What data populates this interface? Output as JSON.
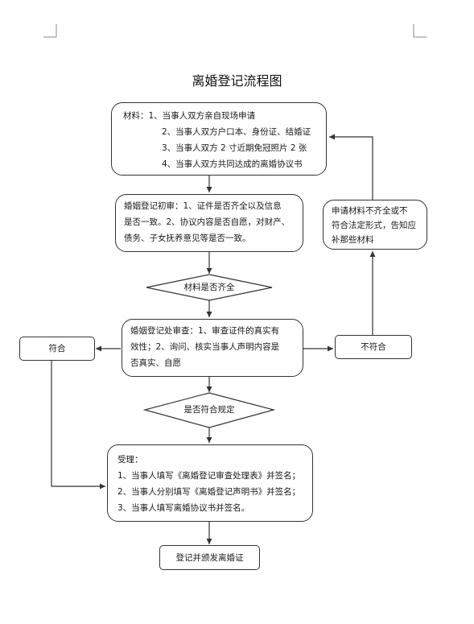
{
  "title": "离婚登记流程图",
  "materials": {
    "lines": [
      "材料：1、当事人双方亲自现场申请",
      "2、当事人双方户口本、身份证、结婚证",
      "3、当事人双方 2 寸近期免冠照片 2 张",
      "4、当事人双方共同达成的离婚协议书"
    ]
  },
  "initial_review": {
    "lines": [
      "婚姻登记初审：1、证件是否齐全以及信息",
      "是否一致。2、协议内容是否自愿，对财产、",
      "债务、子女抚养意见等是否一致。"
    ]
  },
  "incomplete_notice": {
    "lines": [
      "申请材料不齐全或不",
      "符合法定形式，告知应",
      "补那些材料"
    ]
  },
  "decision_materials_complete": "材料是否齐全",
  "office_review": {
    "lines": [
      "婚姻登记处审查：1、审查证件的真实有",
      "效性；2、询问、核实当事人声明内容是",
      "否真实、自愿"
    ]
  },
  "conforms": "符合",
  "not_conforms": "不符合",
  "decision_compliant": "是否符合规定",
  "acceptance": {
    "lines": [
      "受理：",
      "1、当事人填写《离婚登记审查处理表》并签名；",
      "2、当事人分别填写《离婚登记声明书》并签名；",
      "3、当事人填写离婚协议书并签名。"
    ]
  },
  "issue_certificate": "登记并颁发离婚证"
}
